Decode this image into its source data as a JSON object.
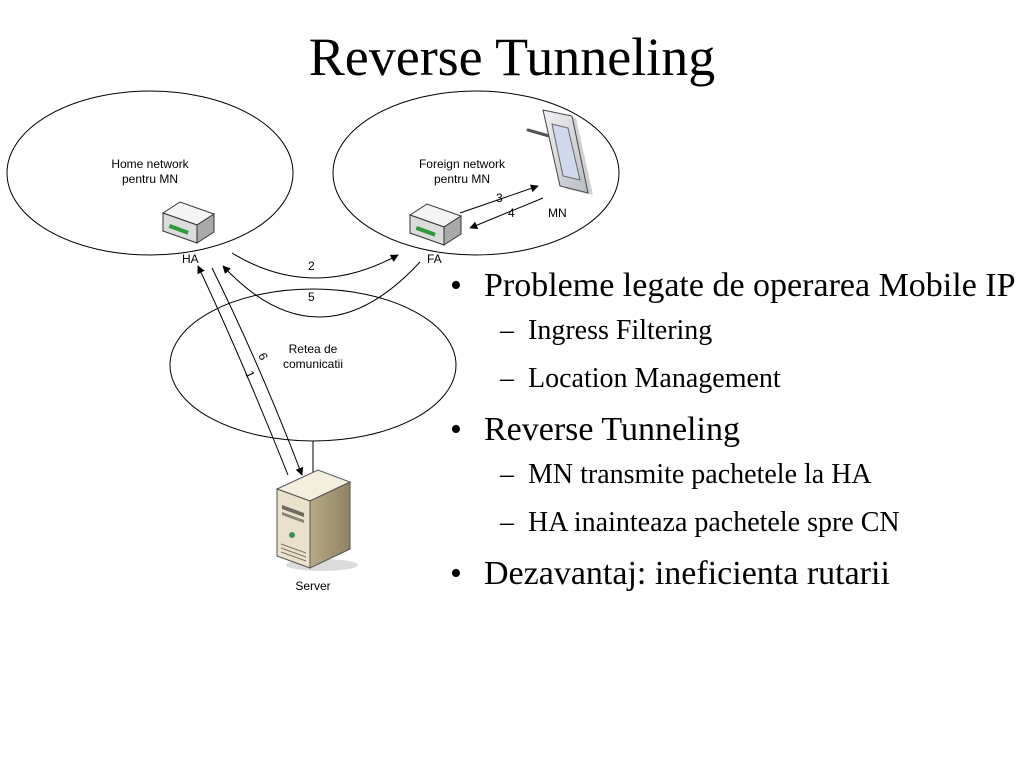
{
  "title": "Reverse Tunneling",
  "diagram": {
    "home_network": {
      "line1": "Home network",
      "line2": "pentru MN"
    },
    "foreign_network": {
      "line1": "Foreign network",
      "line2": "pentru MN"
    },
    "core_network": {
      "line1": "Retea de",
      "line2": "comunicatii"
    },
    "labels": {
      "ha": "HA",
      "fa": "FA",
      "mn": "MN",
      "server": "Server"
    },
    "steps": {
      "s1": "1",
      "s2": "2",
      "s3": "3",
      "s4": "4",
      "s5": "5",
      "s6": "6"
    }
  },
  "bullets": {
    "b1": "Probleme legate de operarea Mobile IP",
    "b1a": "Ingress Filtering",
    "b1b": "Location Management",
    "b2": "Reverse Tunneling",
    "b2a": "MN transmite pachetele la HA",
    "b2b": "HA inainteaza pachetele spre CN",
    "b3": "Dezavantaj: ineficienta rutarii"
  },
  "colors": {
    "router_led": "#2e9a3a",
    "server_body": "#e9e1cb",
    "pda_screen": "#cfd8ec"
  }
}
